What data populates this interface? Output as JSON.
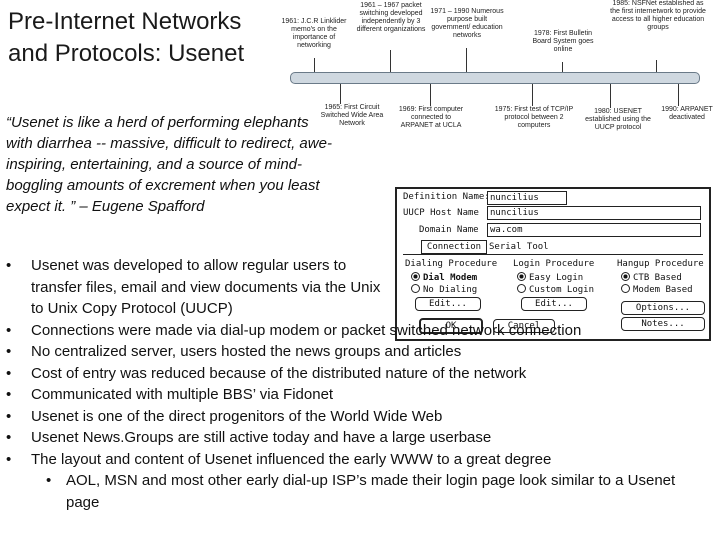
{
  "title": {
    "line1": "Pre-Internet Networks",
    "line2": "and Protocols: Usenet"
  },
  "quote": "“Usenet is like a herd of performing elephants with diarrhea -- massive, difficult to redirect, awe-inspiring, entertaining, and a source of mind-boggling amounts of excrement when you least expect it. ” – Eugene Spafford",
  "timeline": {
    "top": [
      "1961: J.C.R Linklider memo's on the importance of networking",
      "1961 – 1967 packet switching developed independently by 3 different organizations",
      "1971 – 1990 Numerous purpose built government/ education networks",
      "1978: First Bulletin Board System goes online",
      "1985: NSFNet established as the first internetwork to provide access to all higher education groups"
    ],
    "bottom": [
      "1965: First Circuit Switched Wide Area Network",
      "1969: First computer connected to ARPANET at UCLA",
      "1975: First test of TCP/IP protocol between 2 computers",
      "1980: USENET established using the UUCP protocol",
      "1990: ARPANET deactivated"
    ]
  },
  "dialog": {
    "definition_label": "Definition Name:",
    "definition_value": "nuncilius",
    "uucp_label": "UUCP Host Name",
    "uucp_value": "nuncilius",
    "domain_label": "Domain Name",
    "domain_value": "wa.com",
    "tab1": "Connection",
    "tab2": "Serial Tool",
    "dialing_title": "Dialing Procedure",
    "dial_modem": "Dial Modem",
    "no_dialing": "No Dialing",
    "login_title": "Login Procedure",
    "easy_login": "Easy Login",
    "custom_login": "Custom Login",
    "hangup_title": "Hangup Procedure",
    "ctb_based": "CTB Based",
    "modem_based": "Modem Based",
    "edit1": "Edit...",
    "edit2": "Edit...",
    "options": "Options...",
    "notes": "Notes...",
    "ok": "OK",
    "cancel": "Cancel"
  },
  "bullets": [
    "Usenet was developed to allow regular users to transfer files, email and view documents via the Unix to Unix Copy Protocol (UUCP)",
    "Connections were made via dial-up modem or packet switched network connection",
    "No centralized server, users hosted the news groups and articles",
    "Cost of entry was reduced because of the distributed nature of the network",
    "Communicated with multiple BBS’ via Fidonet",
    "Usenet is one of the direct progenitors of the World Wide Web",
    "Usenet News.Groups are still active today and have a large userbase",
    "The layout and content of Usenet influenced the early WWW to a great degree"
  ],
  "sub_bullets": [
    "AOL, MSN and most other early dial-up ISP’s made their login page look similar to a Usenet page"
  ],
  "bullet_char": "•"
}
